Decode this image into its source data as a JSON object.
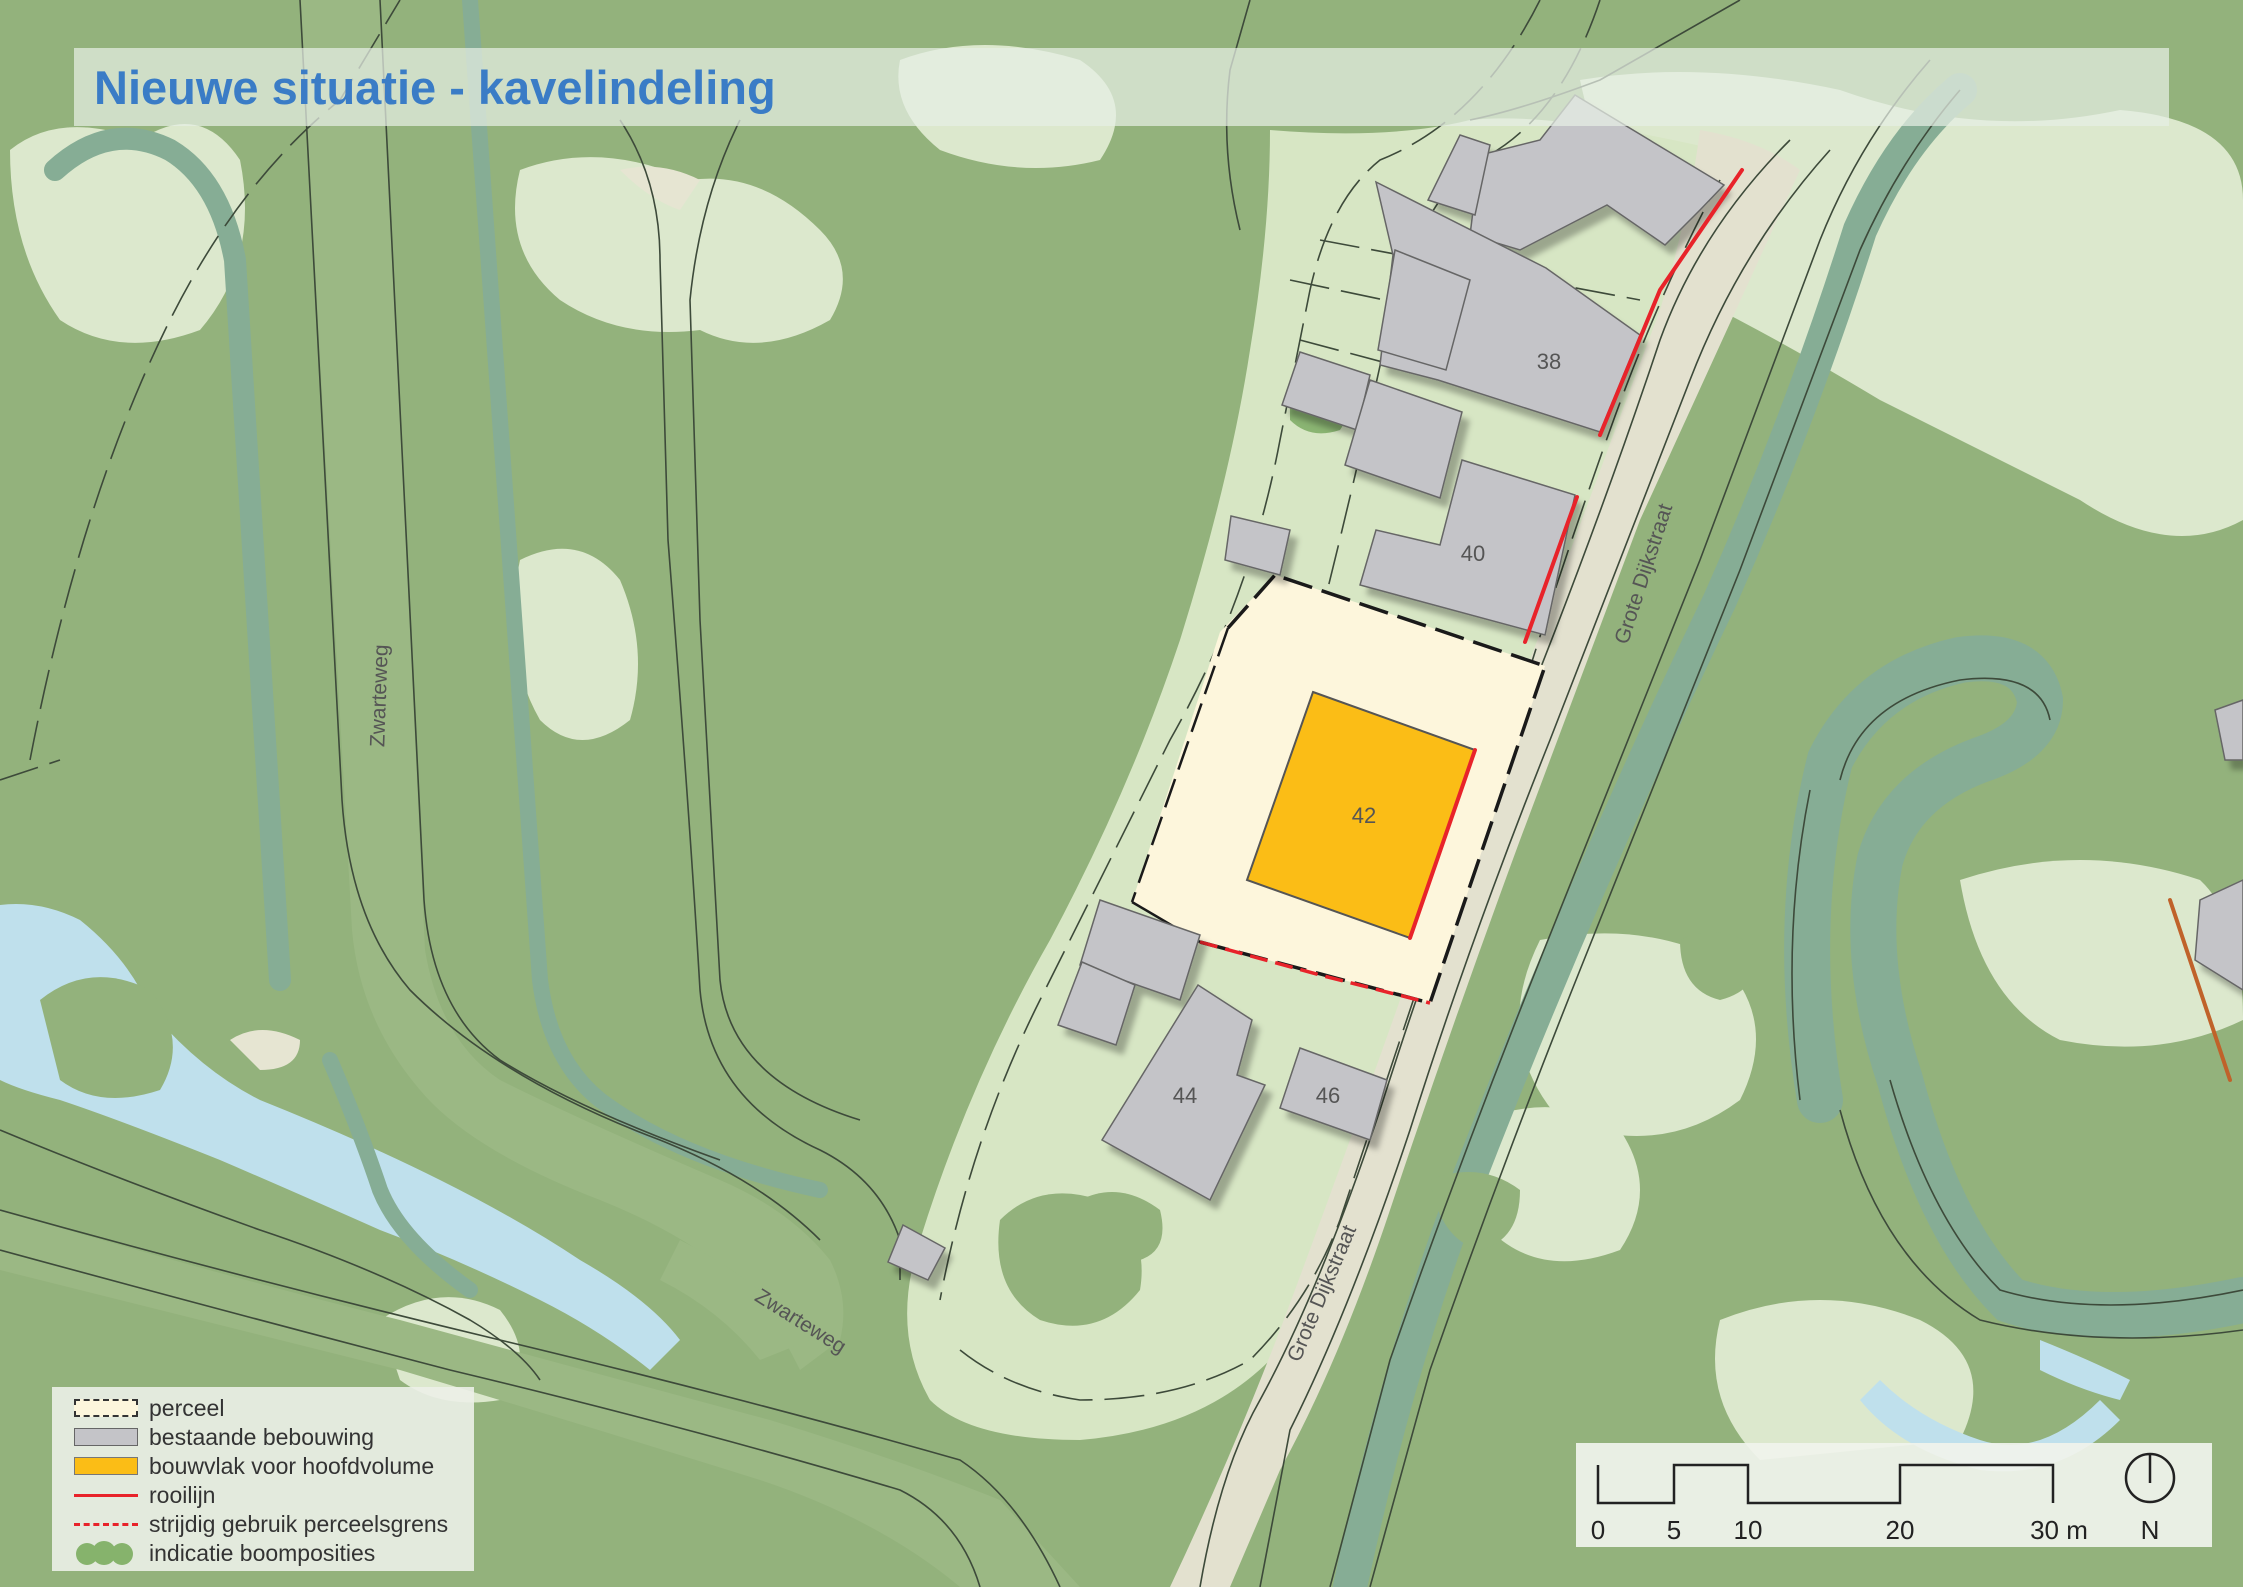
{
  "title": "Nieuwe situatie - kavelindeling",
  "house_numbers": [
    "38",
    "40",
    "42",
    "44",
    "46"
  ],
  "street_labels": [
    "Zwarteweg",
    "Zwarteweg",
    "Grote Dijkstraat",
    "Grote Dijkstraat"
  ],
  "legend": [
    {
      "label": "perceel",
      "symbol": "dashed-box",
      "color": "#fdf6dc"
    },
    {
      "label": "bestaande bebouwing",
      "symbol": "box",
      "color": "#c4c4c8"
    },
    {
      "label": "bouwvlak voor hoofdvolume",
      "symbol": "box",
      "color": "#fbbd16"
    },
    {
      "label": "rooilijn",
      "symbol": "line",
      "color": "#e8232a"
    },
    {
      "label": "strijdig gebruik perceelsgrens",
      "symbol": "dashed-line",
      "color": "#e8232a"
    },
    {
      "label": "indicatie boomposities",
      "symbol": "tree-blobs",
      "color": "#86b36c"
    }
  ],
  "scale_bar": {
    "ticks": [
      "0",
      "5",
      "10",
      "20",
      "30 m"
    ],
    "unit": "m",
    "north_label": "N"
  },
  "colors": {
    "green_area": "#93b27c",
    "open_light": "#dce8cd",
    "sand": "#e6e5d2",
    "street_verge": "#d7e6c4",
    "road": "#c9dcb4",
    "water": "#bfe0ec",
    "ditch": "#8fb59d",
    "building": "#c4c4c8",
    "plot": "#fdf6dc",
    "build_area": "#fbbd16",
    "rooilijn": "#e8232a",
    "title": "#3a7cc6"
  }
}
